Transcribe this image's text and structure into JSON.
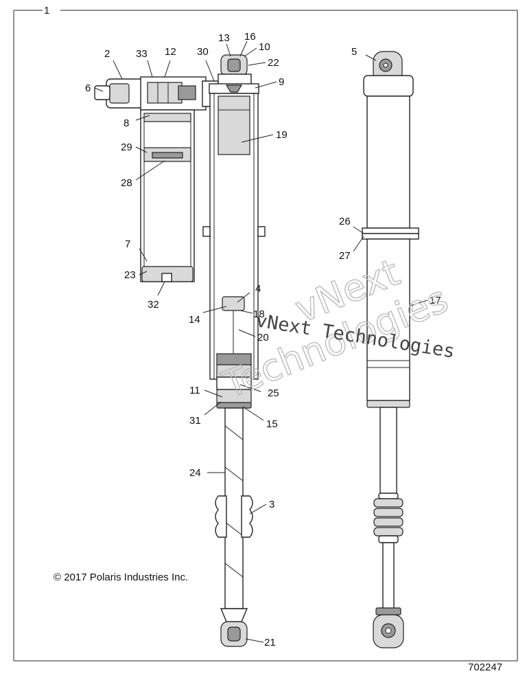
{
  "figure_number": "702247",
  "copyright": "© 2017 Polaris Industries Inc.",
  "watermark": {
    "line1": "vNext Technologies",
    "outline_line1": "vNext",
    "outline_line2": "Technologies"
  },
  "callouts": [
    "1",
    "2",
    "33",
    "12",
    "30",
    "13",
    "16",
    "10",
    "22",
    "9",
    "5",
    "6",
    "8",
    "19",
    "29",
    "28",
    "26",
    "27",
    "7",
    "23",
    "32",
    "4",
    "18",
    "14",
    "20",
    "17",
    "11",
    "25",
    "31",
    "15",
    "24",
    "3",
    "21"
  ]
}
